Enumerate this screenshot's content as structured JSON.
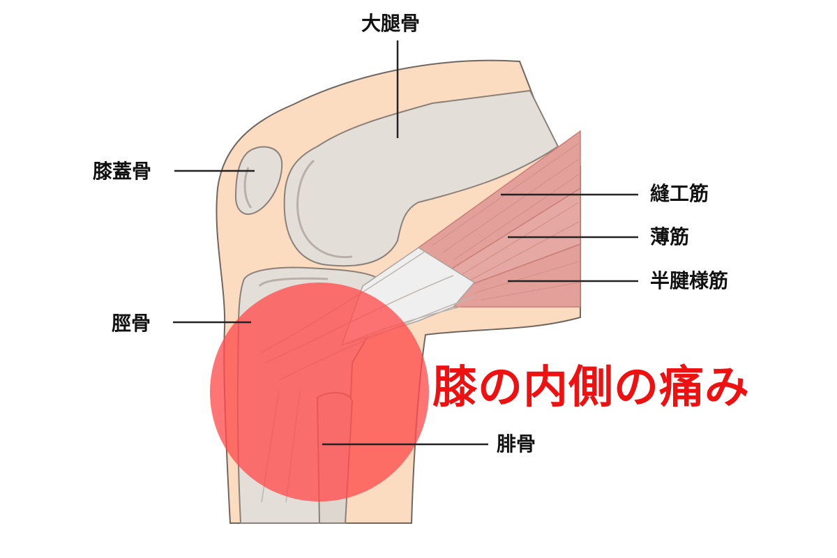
{
  "labels": {
    "femur": "大腿骨",
    "patella": "膝蓋骨",
    "tibia": "脛骨",
    "fibula": "腓骨",
    "sartorius": "縫工筋",
    "gracilis": "薄筋",
    "semitendinosus": "半腱様筋"
  },
  "headline": "膝の内側の痛み",
  "colors": {
    "skin": "#fbdcc1",
    "bone": "#e4ded8",
    "muscle": "#e3a09a",
    "tendon": "#efefef",
    "pain_circle": "#ff4d4d",
    "headline": "#ee1111"
  }
}
